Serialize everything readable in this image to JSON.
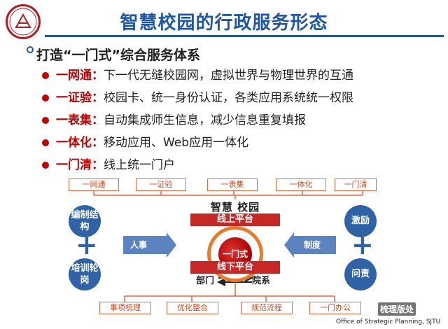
{
  "slide": {
    "title": "智慧校园的行政服务形态",
    "main_point": "打造“一门式”综合服务体系",
    "items": [
      {
        "key": "一网通：",
        "desc": "下一代无缝校园网，虚拟世界与物理世界的互通"
      },
      {
        "key": "一证验：",
        "desc": "校园卡、统一身份认证，各类应用系统统一权限"
      },
      {
        "key": "一表集：",
        "desc": "自动集成师生信息，减少信息重复填报"
      },
      {
        "key": "一体化：",
        "desc": "移动应用、Web应用一体化"
      },
      {
        "key": "一门清：",
        "desc": "线上统一门户"
      }
    ]
  },
  "diagram": {
    "top_boxes": [
      "一网通",
      "一证验",
      "一表集",
      "一体化",
      "一门清"
    ],
    "bottom_boxes": [
      "事项梳理",
      "优化整合",
      "规范流程",
      "一门办公"
    ],
    "center_title": "智慧 校园",
    "online": "线上平台",
    "offline": "线下平台",
    "core": "一门式",
    "left_circles": [
      "编制结构",
      "培训轮岗"
    ],
    "right_circles": [
      "激励",
      "问责"
    ],
    "left_arrow": "人事",
    "right_arrow": "制度",
    "dept_left": "部门",
    "dept_right": "院系",
    "colors": {
      "blue": "#2f63a5",
      "red": "#c62828",
      "orange": "#e97a2b"
    }
  },
  "footer": "Office of Strategic Planning, SJTU",
  "watermark": "梳理版处"
}
